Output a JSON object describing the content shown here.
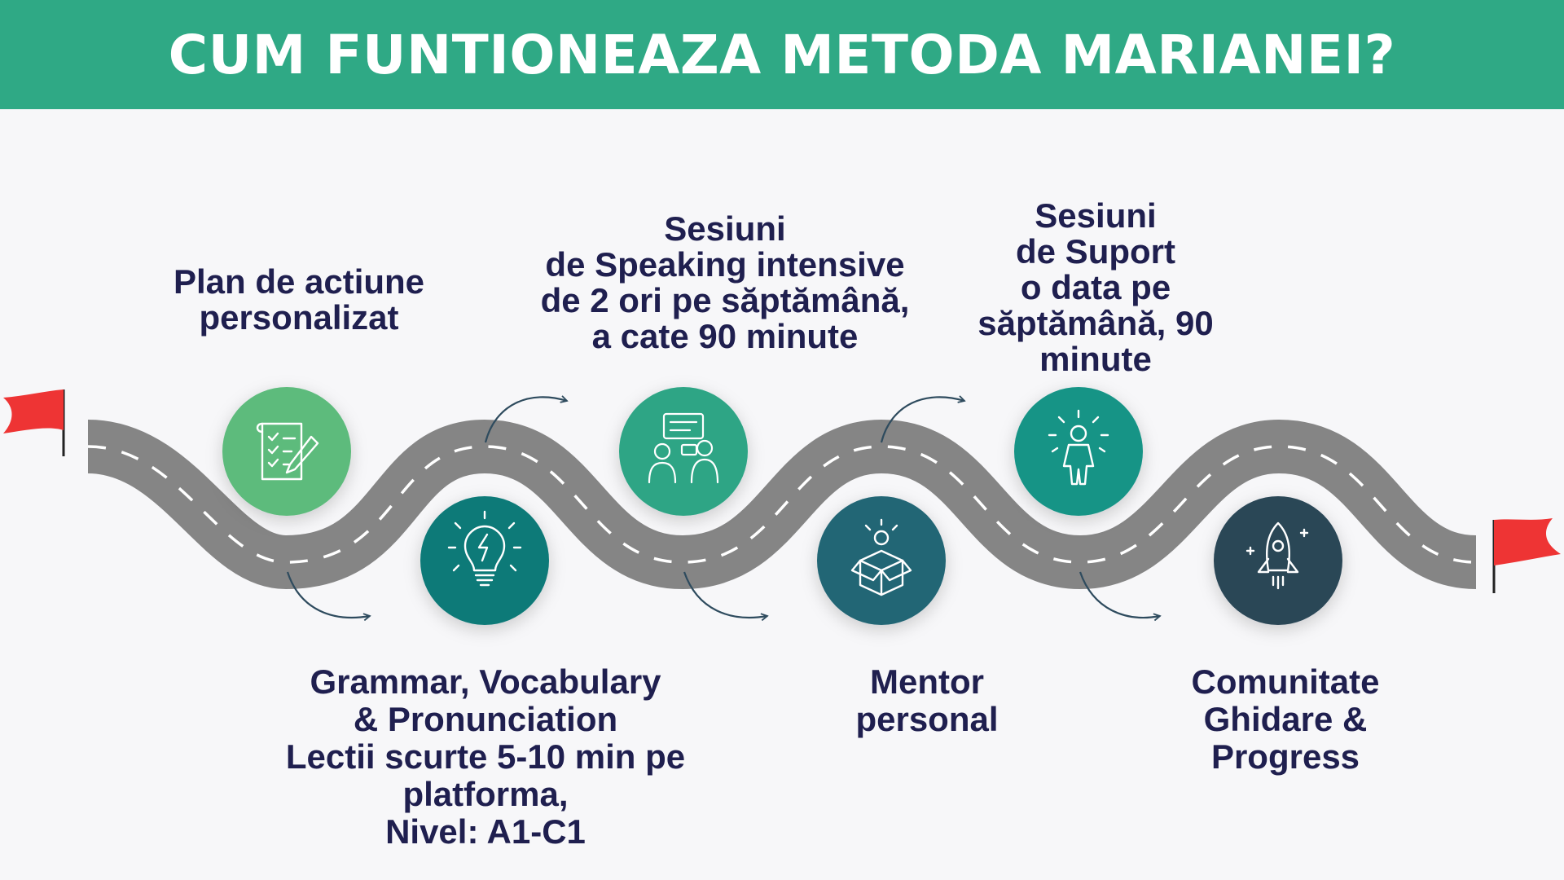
{
  "header": {
    "title": "CUM FUNTIONEAZA METODA MARIANEI?"
  },
  "colors": {
    "header_bg": "#2fa985",
    "road": "#858585",
    "flag": "#ee3434",
    "text": "#1f1f4f",
    "arrow": "#2e4b5e"
  },
  "steps": [
    {
      "label": "Plan de actiune\npersonalizat",
      "icon": "plan-checklist-icon",
      "color": "#5dbb7c",
      "position": "top"
    },
    {
      "label": "Grammar, Vocabulary\n& Pronunciation\nLectii scurte 5-10 min pe\nplatforma,\nNivel: A1-C1",
      "icon": "lightbulb-icon",
      "color": "#0f7a78",
      "position": "bottom"
    },
    {
      "label": "Sesiuni\nde Speaking intensive\nde 2 ori pe săptămână,\na cate 90 minute",
      "icon": "speaking-people-icon",
      "color": "#2fa585",
      "position": "top"
    },
    {
      "label": "Mentor\npersonal",
      "icon": "mentor-box-icon",
      "color": "#236675",
      "position": "bottom"
    },
    {
      "label": "Sesiuni\nde Suport\no data pe\nsăptămână, 90\nminute",
      "icon": "person-support-icon",
      "color": "#159486",
      "position": "top"
    },
    {
      "label": "Comunitate\nGhidare & Progress",
      "icon": "rocket-icon",
      "color": "#2b4657",
      "position": "bottom"
    }
  ]
}
